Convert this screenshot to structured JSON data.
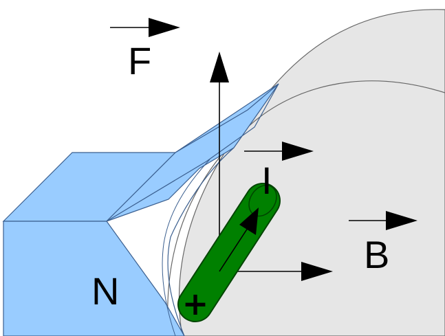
{
  "diagram": {
    "labels": {
      "force": "F",
      "current": "I",
      "field": "B",
      "pole": "N",
      "terminal": "+"
    },
    "colors": {
      "magnet_fill": "#99ccff",
      "magnet_stroke": "#3b5f8f",
      "coil_fill": "#e6e6e6",
      "coil_stroke": "#666666",
      "conductor_fill": "#008000",
      "conductor_stroke": "#004400",
      "arrow": "#000000"
    }
  }
}
